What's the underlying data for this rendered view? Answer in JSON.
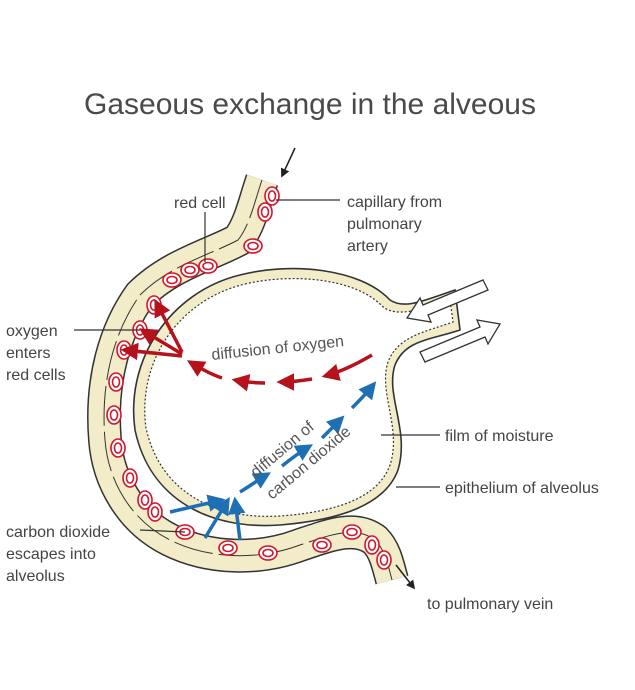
{
  "title": "Gaseous exchange in the alveous",
  "labels": {
    "red_cell": "red cell",
    "capillary_line1": "capillary from",
    "capillary_line2": "pulmonary",
    "capillary_line3": "artery",
    "oxygen_line1": "oxygen",
    "oxygen_line2": "enters",
    "oxygen_line3": "red cells",
    "diffusion_oxygen": "diffusion of oxygen",
    "diffusion_co2_line1": "diffusion of",
    "diffusion_co2_line2": "carbon dioxide",
    "film": "film of moisture",
    "epithelium": "epithelium of alveolus",
    "co2_line1": "carbon dioxide",
    "co2_line2": "escapes into",
    "co2_line3": "alveolus",
    "vein": "to pulmonary vein"
  },
  "colors": {
    "oxygen_arrow": "#b5121b",
    "co2_arrow": "#1f6fb5",
    "vessel_fill": "#f3ecc8",
    "red_cell": "#d4142a",
    "outline": "#333333"
  }
}
